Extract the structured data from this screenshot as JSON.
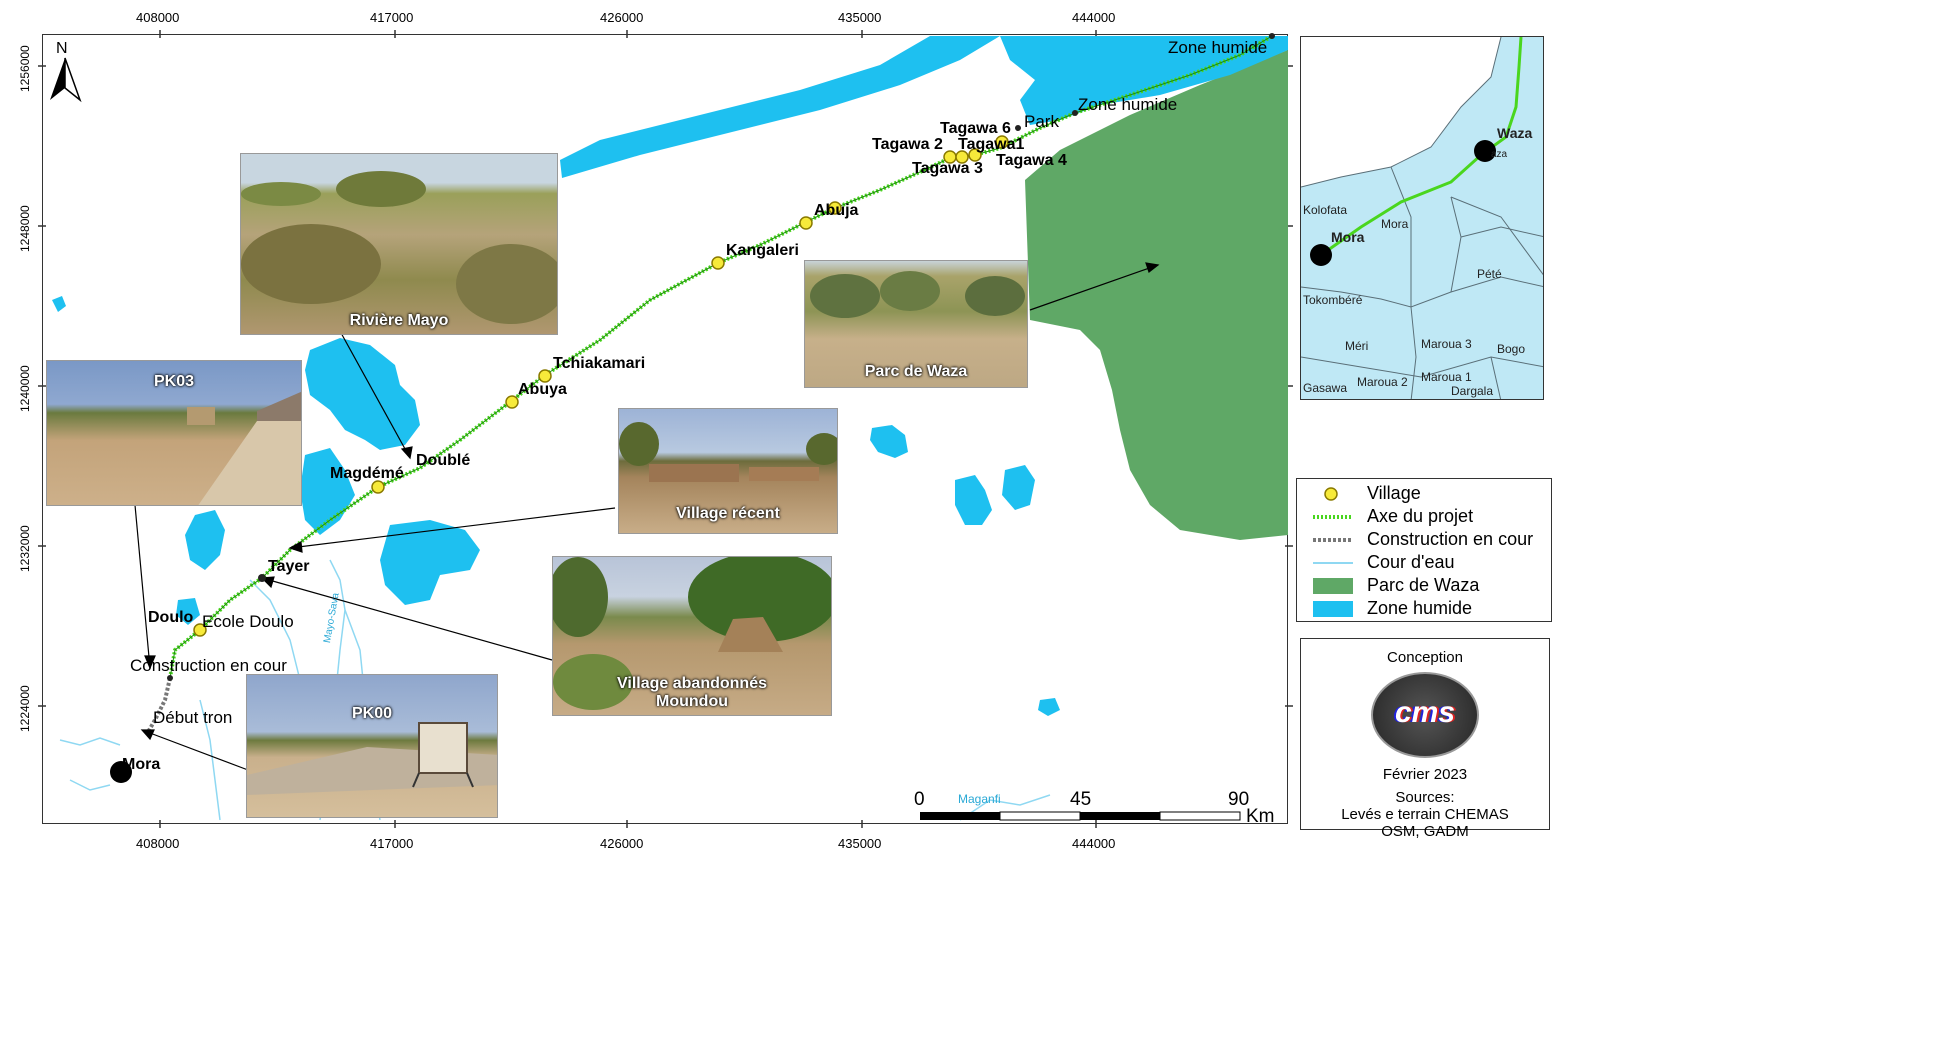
{
  "axes": {
    "x_ticks": [
      "408000",
      "417000",
      "426000",
      "435000",
      "444000"
    ],
    "y_ticks": [
      "1256000",
      "1248000",
      "1240000",
      "1232000",
      "1224000"
    ]
  },
  "north_label": "N",
  "places": {
    "zone_humide_1": "Zone humide",
    "zone_humide_2": "Zone humide",
    "park": "Park",
    "construction": "Construction en cour",
    "debut": "Début tron",
    "maganfi": "Maganfi",
    "mayo_sava": "Mayo-Sava"
  },
  "villages": [
    {
      "name": "Tagawa 6"
    },
    {
      "name": "Tagawa 2"
    },
    {
      "name": "Tagawa1"
    },
    {
      "name": "Tagawa 4"
    },
    {
      "name": "Tagawa 3"
    },
    {
      "name": "Abuja"
    },
    {
      "name": "Kangaleri"
    },
    {
      "name": "Tchiakamari"
    },
    {
      "name": "Abuya"
    },
    {
      "name": "Doublé"
    },
    {
      "name": "Magdémé"
    },
    {
      "name": "Tayer"
    },
    {
      "name": "Doulo"
    },
    {
      "name": "Ecole Doulo"
    },
    {
      "name": "Mora"
    }
  ],
  "photos": {
    "riviere": "Rivière Mayo",
    "pk03": "PK03",
    "parc": "Parc de Waza",
    "village_recent": "Village récent",
    "village_aband_1": "Village abandonnés",
    "village_aband_2": "Moundou",
    "pk00": "PK00"
  },
  "scale_bar": {
    "labels": [
      "0",
      "45",
      "90"
    ],
    "unit": "Km"
  },
  "legend": {
    "items": [
      {
        "label": "Village"
      },
      {
        "label": "Axe du projet"
      },
      {
        "label": "Construction en cour"
      },
      {
        "label": "Cour d'eau"
      },
      {
        "label": "Parc de Waza"
      },
      {
        "label": "Zone humide"
      }
    ]
  },
  "inset": {
    "labels": [
      "Waza",
      "aza",
      "Kolofata",
      "Mora",
      "Mora",
      "Pété",
      "Tokombéré",
      "Méri",
      "Maroua 3",
      "Bogo",
      "Gasawa",
      "Maroua 2",
      "Maroua 1",
      "Dargala"
    ]
  },
  "credits": {
    "conception": "Conception",
    "logo": "cms",
    "date": "Février 2023",
    "sources_title": "Sources:",
    "sources_1": "Levés e terrain CHEMAS",
    "sources_2": "OSM, GADM"
  },
  "colors": {
    "water": "#1ec0f0",
    "park": "#5fa866",
    "axis": "#4ad61e",
    "village": "#f7ea3a",
    "inset_bg": "#bfe8f5"
  }
}
